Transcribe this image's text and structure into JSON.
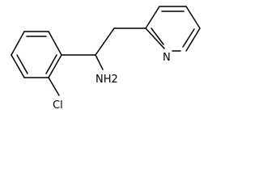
{
  "molecule": {
    "atom_labels": {
      "nitrogen_ring": "N",
      "amine": "NH2",
      "chlorine": "Cl"
    }
  }
}
